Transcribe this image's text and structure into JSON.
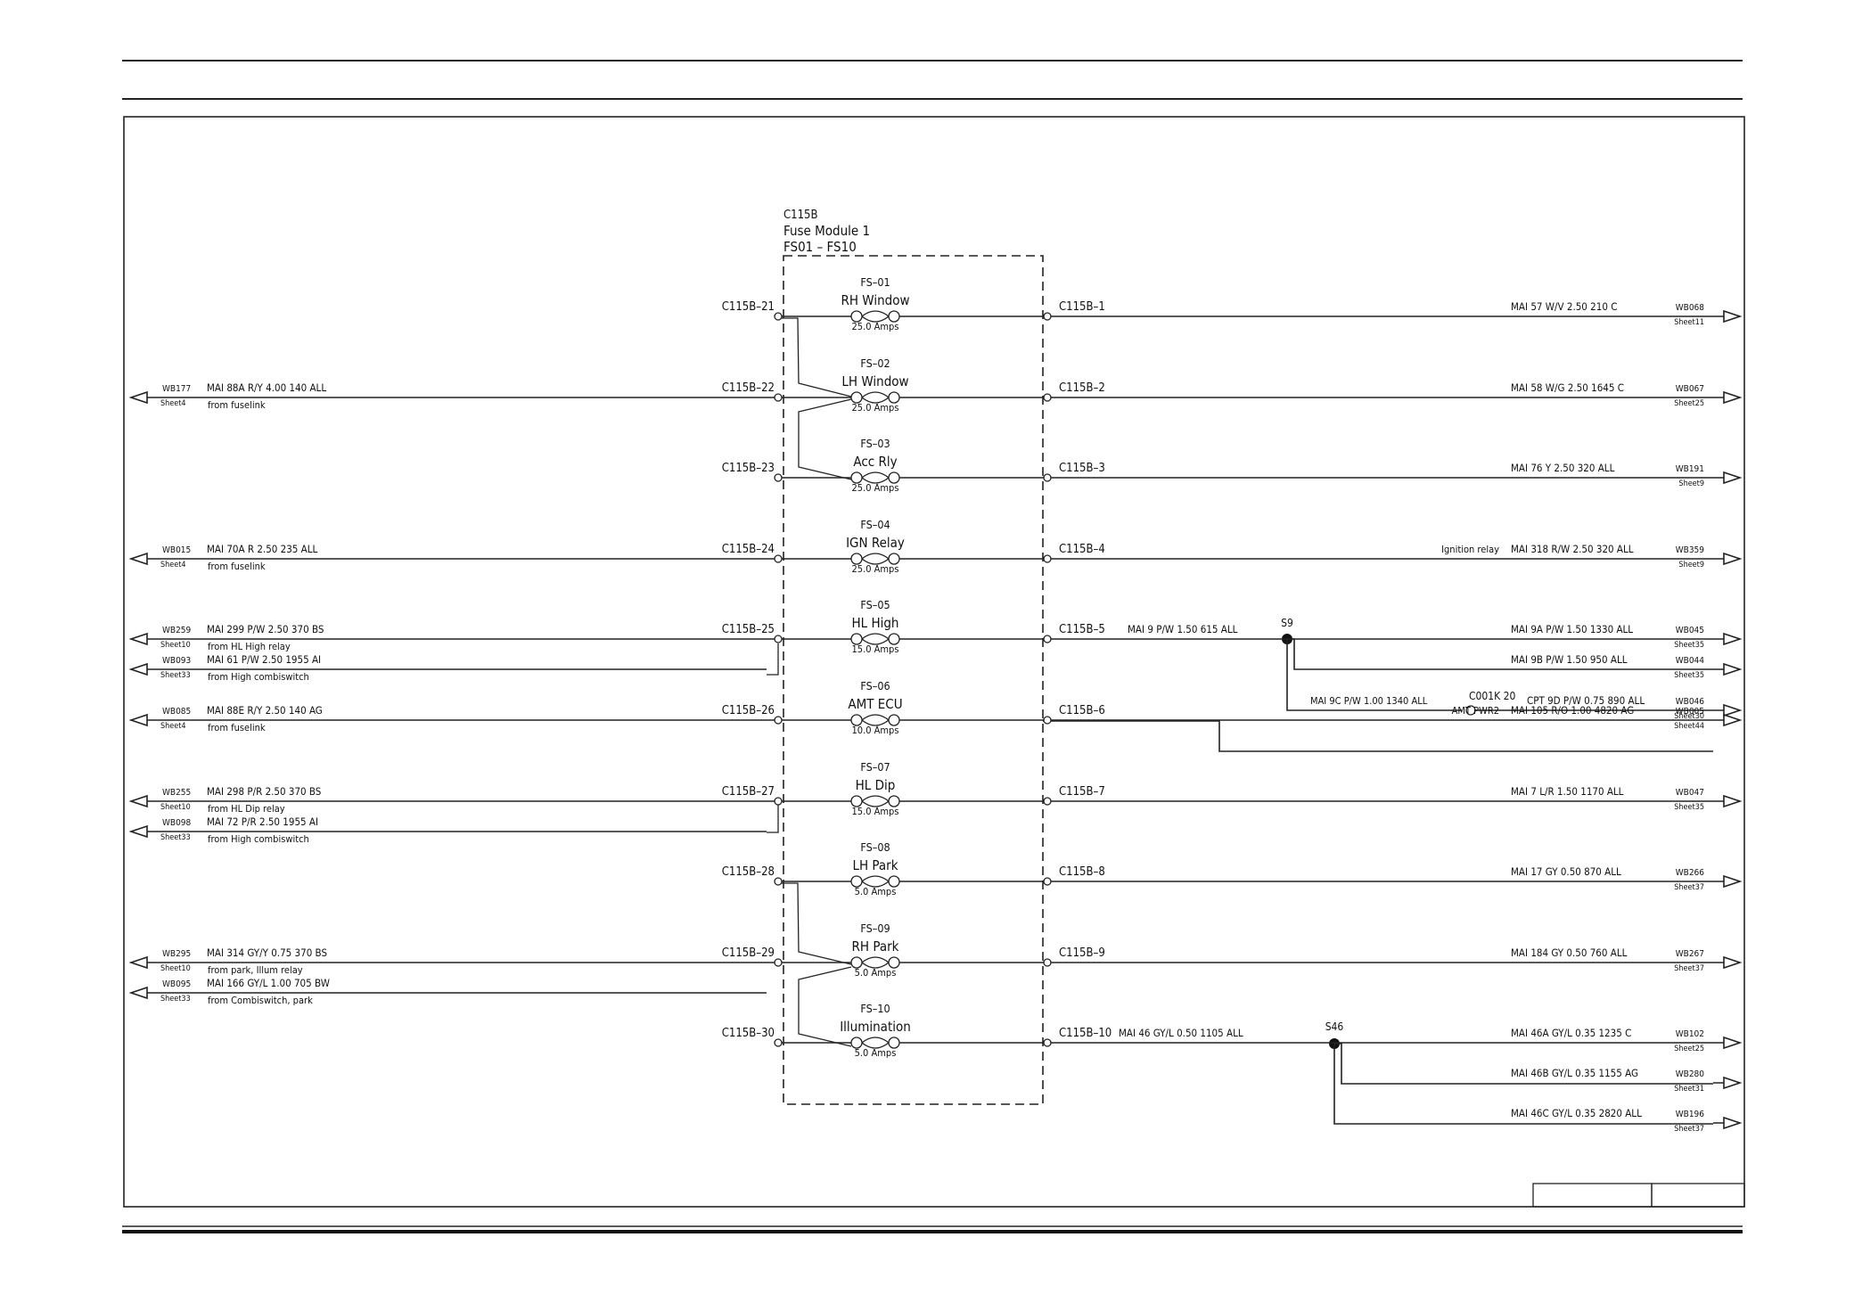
{
  "module": {
    "id": "C115B",
    "name": "Fuse Module 1",
    "range": "FS01 – FS10"
  },
  "fuses": [
    {
      "id": "FS–01",
      "name": "RH Window",
      "rating": "25.0 Amps",
      "in_pin": "C115B–21",
      "out_pin": "C115B–1",
      "out": {
        "prefix": "",
        "wire": "MAI  57  W/V  2.50  210  C",
        "dest": "WB068",
        "sheet": "Sheet11"
      }
    },
    {
      "id": "FS–02",
      "name": "LH Window",
      "rating": "25.0 Amps",
      "in_pin": "C115B–22",
      "out_pin": "C115B–2",
      "in": {
        "ref": "WB177",
        "sheet": "Sheet4",
        "wire": "MAI   88A  R/Y  4.00  140  ALL",
        "from": "from fuselink"
      },
      "out": {
        "prefix": "",
        "wire": "MAI  58  W/G  2.50  1645  C",
        "dest": "WB067",
        "sheet": "Sheet25"
      }
    },
    {
      "id": "FS–03",
      "name": "Acc  Rly",
      "rating": "25.0 Amps",
      "in_pin": "C115B–23",
      "out_pin": "C115B–3",
      "out": {
        "prefix": "",
        "wire": "MAI  76  Y  2.50  320  ALL",
        "dest": "WB191",
        "sheet": "Sheet9"
      }
    },
    {
      "id": "FS–04",
      "name": "IGN  Relay",
      "rating": "25.0 Amps",
      "in_pin": "C115B–24",
      "out_pin": "C115B–4",
      "in": {
        "ref": "WB015",
        "sheet": "Sheet4",
        "wire": "MAI   70A  R  2.50  235  ALL",
        "from": "from fuselink"
      },
      "out": {
        "prefix": "Ignition relay",
        "wire": "MAI  318  R/W  2.50  320  ALL",
        "dest": "WB359",
        "sheet": "Sheet9"
      }
    },
    {
      "id": "FS–05",
      "name": "HL  High",
      "rating": "15.0 Amps",
      "in_pin": "C115B–25",
      "out_pin": "C115B–5",
      "in": {
        "ref": "WB259",
        "sheet": "Sheet10",
        "wire": "MAI   299  P/W  2.50  370  BS",
        "from": "from HL High relay"
      },
      "in2": {
        "ref": "WB093",
        "sheet": "Sheet33",
        "wire": "MAI   61  P/W  2.50  1955  AI",
        "from": "from High combiswitch"
      },
      "out_wire": "MAI  9  P/W  1.50  615  ALL",
      "splice": "S9",
      "branches": [
        {
          "wire": "MAI  9A  P/W  1.50  1330  ALL",
          "dest": "WB045",
          "sheet": "Sheet35"
        },
        {
          "wire": "MAI  9B  P/W  1.50  950  ALL",
          "dest": "WB044",
          "sheet": "Sheet35"
        },
        {
          "wire_left": "MAI  9C  P/W  1.00  1340  ALL",
          "connector": "C001K  20",
          "wire": "CPT  9D  P/W  0.75  890  ALL",
          "dest": "WB046",
          "sheet": "Sheet30"
        }
      ]
    },
    {
      "id": "FS–06",
      "name": "AMT  ECU",
      "rating": "10.0 Amps",
      "in_pin": "C115B–26",
      "out_pin": "C115B–6",
      "in": {
        "ref": "WB085",
        "sheet": "Sheet4",
        "wire": "MAI   88E  R/Y  2.50  140  AG",
        "from": "from fuselink"
      },
      "out": {
        "prefix": "AMT PWR2",
        "wire": "MAI  105  R/O  1.00  4820  AG",
        "dest": "WB005",
        "sheet": "Sheet44"
      }
    },
    {
      "id": "FS–07",
      "name": "HL  Dip",
      "rating": "15.0 Amps",
      "in_pin": "C115B–27",
      "out_pin": "C115B–7",
      "in": {
        "ref": "WB255",
        "sheet": "Sheet10",
        "wire": "MAI   298  P/R  2.50  370  BS",
        "from": "from HL Dip relay"
      },
      "in2": {
        "ref": "WB098",
        "sheet": "Sheet33",
        "wire": "MAI   72  P/R  2.50  1955  AI",
        "from": "from High combiswitch"
      },
      "out": {
        "prefix": "",
        "wire": "MAI  7  L/R  1.50  1170  ALL",
        "dest": "WB047",
        "sheet": "Sheet35"
      }
    },
    {
      "id": "FS–08",
      "name": "LH  Park",
      "rating": "5.0 Amps",
      "in_pin": "C115B–28",
      "out_pin": "C115B–8",
      "out": {
        "prefix": "",
        "wire": "MAI  17  GY  0.50  870  ALL",
        "dest": "WB266",
        "sheet": "Sheet37"
      }
    },
    {
      "id": "FS–09",
      "name": "RH  Park",
      "rating": "5.0 Amps",
      "in_pin": "C115B–29",
      "out_pin": "C115B–9",
      "in": {
        "ref": "WB295",
        "sheet": "Sheet10",
        "wire": "MAI   314  GY/Y  0.75  370  BS",
        "from": "from park, Illum relay"
      },
      "in2": {
        "ref": "WB095",
        "sheet": "Sheet33",
        "wire": "MAI   166  GY/L  1.00  705  BW",
        "from": "from Combiswitch, park"
      },
      "out": {
        "prefix": "",
        "wire": "MAI  184  GY  0.50  760  ALL",
        "dest": "WB267",
        "sheet": "Sheet37"
      }
    },
    {
      "id": "FS–10",
      "name": "Illumination",
      "rating": "5.0 Amps",
      "in_pin": "C115B–30",
      "out_pin": "C115B–10",
      "out_wire": "MAI  46  GY/L  0.50  1105  ALL",
      "splice": "S46",
      "branches": [
        {
          "wire": "MAI  46A  GY/L  0.35  1235  C",
          "dest": "WB102",
          "sheet": "Sheet25"
        },
        {
          "wire": "MAI  46B  GY/L  0.35  1155  AG",
          "dest": "WB280",
          "sheet": "Sheet31"
        },
        {
          "wire": "MAI  46C  GY/L  0.35  2820  ALL",
          "dest": "WB196",
          "sheet": "Sheet37"
        }
      ]
    }
  ]
}
